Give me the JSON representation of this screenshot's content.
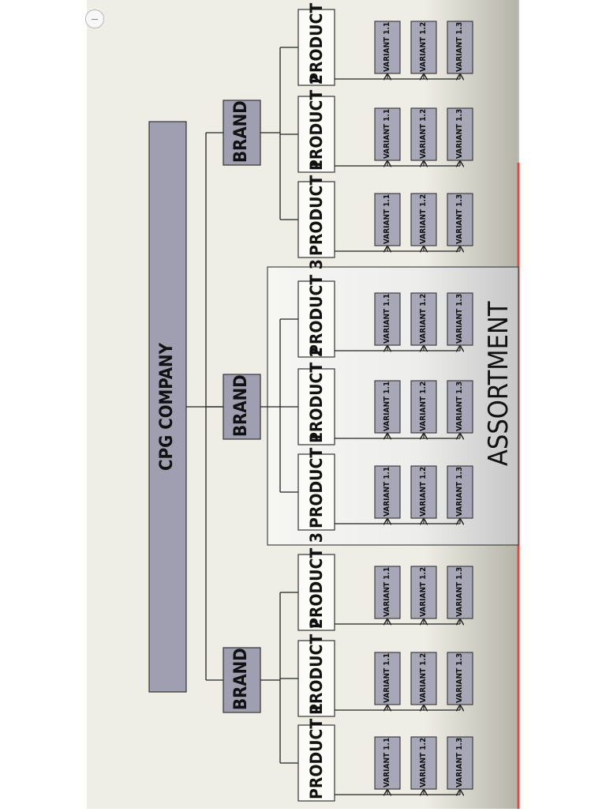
{
  "company": {
    "label": "CPG COMPANY"
  },
  "assortment": {
    "label": "ASSORTMENT"
  },
  "brands": [
    {
      "label": "BRAND",
      "products": [
        {
          "label": "PRODUCT 3",
          "variants": [
            "VARIANT 1.1",
            "VARIANT 1.2",
            "VARIANT 1.3"
          ]
        },
        {
          "label": "PRODUCT 2",
          "variants": [
            "VARIANT 1.1",
            "VARIANT 1.2",
            "VARIANT 1.3"
          ]
        },
        {
          "label": "PRODUCT 1",
          "variants": [
            "VARIANT 1.1",
            "VARIANT 1.2",
            "VARIANT 1.3"
          ]
        }
      ]
    },
    {
      "label": "BRAND",
      "products": [
        {
          "label": "PRODUCT 3",
          "variants": [
            "VARIANT 1.1",
            "VARIANT 1.2",
            "VARIANT 1.3"
          ]
        },
        {
          "label": "PRODUCT 2",
          "variants": [
            "VARIANT 1.1",
            "VARIANT 1.2",
            "VARIANT 1.3"
          ]
        },
        {
          "label": "PRODUCT 1",
          "variants": [
            "VARIANT 1.1",
            "VARIANT 1.2",
            "VARIANT 1.3"
          ]
        }
      ]
    },
    {
      "label": "BRAND",
      "products": [
        {
          "label": "PRODUCT 3",
          "variants": [
            "VARIANT 1.1",
            "VARIANT 1.2",
            "VARIANT 1.3"
          ]
        },
        {
          "label": "PRODUCT 2",
          "variants": [
            "VARIANT 1.1",
            "VARIANT 1.2",
            "VARIANT 1.3"
          ]
        },
        {
          "label": "PRODUCT 1",
          "variants": [
            "VARIANT 1.1",
            "VARIANT 1.2",
            "VARIANT 1.3"
          ]
        }
      ]
    }
  ],
  "colors": {
    "background": "#efeee6",
    "shade": "#b4b3a8",
    "brand_fill": "#a09fb2",
    "variant_fill": "#a8a7b8",
    "product_fill": "#fbfbf7",
    "accent_border": "#e74a3a"
  }
}
